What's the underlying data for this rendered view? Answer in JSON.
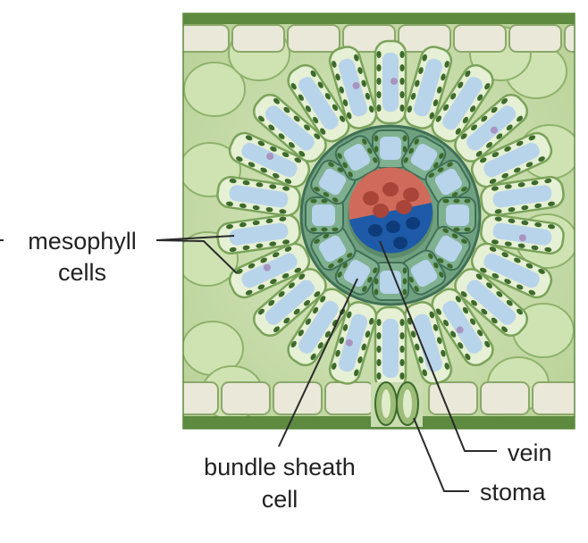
{
  "diagram": {
    "labels": {
      "mesophyll_line1": "mesophyll",
      "mesophyll_line2": "cells",
      "bundle_sheath_line1": "bundle sheath",
      "bundle_sheath_line2": "cell",
      "vein": "vein",
      "stoma": "stoma"
    },
    "colors": {
      "epidermis": "#eae8d8",
      "epidermis_outline": "#8aa86a",
      "leaf_edge": "#5d8a3f",
      "mesophyll_background": "#cfe0b4",
      "radial_cell": "#e6f0d4",
      "vacuole": "#b8d4ea",
      "chloroplast": "#3d6a2c",
      "bundle_sheath": "#6fa080",
      "bundle_sheath_outline": "#3f7055",
      "xylem": "#1e5aa8",
      "phloem": "#d06a5a",
      "nucleus": "#a894c0"
    }
  }
}
